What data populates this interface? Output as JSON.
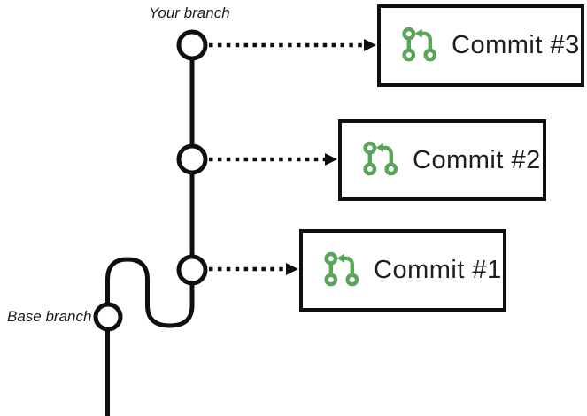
{
  "labels": {
    "your_branch": "Your branch",
    "base_branch": "Base branch"
  },
  "commits": [
    {
      "label": "Commit #3",
      "icon": "git-pull-request-icon"
    },
    {
      "label": "Commit #2",
      "icon": "git-pull-request-icon"
    },
    {
      "label": "Commit #1",
      "icon": "git-pull-request-icon"
    }
  ],
  "colors": {
    "accent_green": "#5AA55A",
    "line_black": "#0F0F0F",
    "text_dark": "#1E1E1E",
    "background": "#FFFFFF"
  }
}
